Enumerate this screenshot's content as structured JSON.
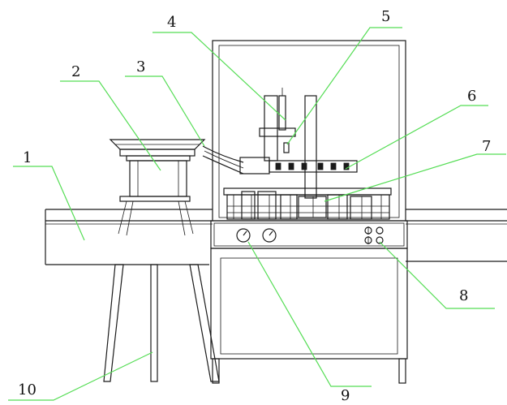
{
  "callouts": [
    {
      "number": "1"
    },
    {
      "number": "2"
    },
    {
      "number": "3"
    },
    {
      "number": "4"
    },
    {
      "number": "5"
    },
    {
      "number": "6"
    },
    {
      "number": "7"
    },
    {
      "number": "8"
    },
    {
      "number": "9"
    },
    {
      "number": "10"
    }
  ],
  "colors": {
    "ink": "#1a1a1a",
    "leader": "#55dd55",
    "background": "#ffffff"
  }
}
